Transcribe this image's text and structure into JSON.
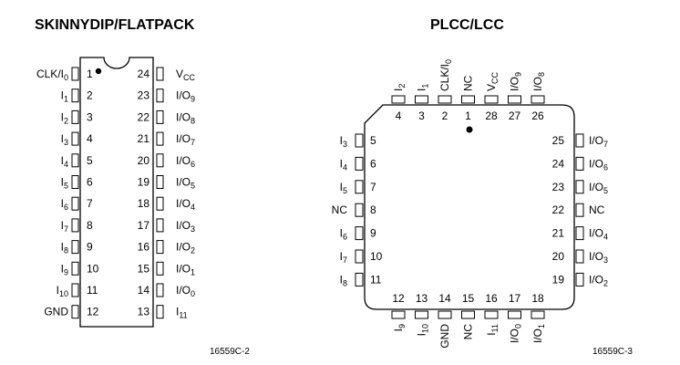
{
  "dip": {
    "title": "SKINNYDIP/FLATPACK",
    "figure_id": "16559C-2",
    "left_pins": [
      {
        "num": "1",
        "name": "CLK/I",
        "sub": "0"
      },
      {
        "num": "2",
        "name": "I",
        "sub": "1"
      },
      {
        "num": "3",
        "name": "I",
        "sub": "2"
      },
      {
        "num": "4",
        "name": "I",
        "sub": "3"
      },
      {
        "num": "5",
        "name": "I",
        "sub": "4"
      },
      {
        "num": "6",
        "name": "I",
        "sub": "5"
      },
      {
        "num": "7",
        "name": "I",
        "sub": "6"
      },
      {
        "num": "8",
        "name": "I",
        "sub": "7"
      },
      {
        "num": "9",
        "name": "I",
        "sub": "8"
      },
      {
        "num": "10",
        "name": "I",
        "sub": "9"
      },
      {
        "num": "11",
        "name": "I",
        "sub": "10"
      },
      {
        "num": "12",
        "name": "GND",
        "sub": ""
      }
    ],
    "right_pins": [
      {
        "num": "24",
        "name": "V",
        "sub": "CC"
      },
      {
        "num": "23",
        "name": "I/O",
        "sub": "9"
      },
      {
        "num": "22",
        "name": "I/O",
        "sub": "8"
      },
      {
        "num": "21",
        "name": "I/O",
        "sub": "7"
      },
      {
        "num": "20",
        "name": "I/O",
        "sub": "6"
      },
      {
        "num": "19",
        "name": "I/O",
        "sub": "5"
      },
      {
        "num": "18",
        "name": "I/O",
        "sub": "4"
      },
      {
        "num": "17",
        "name": "I/O",
        "sub": "3"
      },
      {
        "num": "16",
        "name": "I/O",
        "sub": "2"
      },
      {
        "num": "15",
        "name": "I/O",
        "sub": "1"
      },
      {
        "num": "14",
        "name": "I/O",
        "sub": "0"
      },
      {
        "num": "13",
        "name": "I",
        "sub": "11"
      }
    ]
  },
  "plcc": {
    "title": "PLCC/LCC",
    "figure_id": "16559C-3",
    "top_pins": [
      {
        "num": "4",
        "name": "I",
        "sub": "2"
      },
      {
        "num": "3",
        "name": "I",
        "sub": "1"
      },
      {
        "num": "2",
        "name": "CLK/I",
        "sub": "0"
      },
      {
        "num": "1",
        "name": "NC",
        "sub": ""
      },
      {
        "num": "28",
        "name": "V",
        "sub": "CC"
      },
      {
        "num": "27",
        "name": "I/O",
        "sub": "9"
      },
      {
        "num": "26",
        "name": "I/O",
        "sub": "8"
      }
    ],
    "left_pins": [
      {
        "num": "5",
        "name": "I",
        "sub": "3"
      },
      {
        "num": "6",
        "name": "I",
        "sub": "4"
      },
      {
        "num": "7",
        "name": "I",
        "sub": "5"
      },
      {
        "num": "8",
        "name": "NC",
        "sub": ""
      },
      {
        "num": "9",
        "name": "I",
        "sub": "6"
      },
      {
        "num": "10",
        "name": "I",
        "sub": "7"
      },
      {
        "num": "11",
        "name": "I",
        "sub": "8"
      }
    ],
    "right_pins": [
      {
        "num": "25",
        "name": "I/O",
        "sub": "7"
      },
      {
        "num": "24",
        "name": "I/O",
        "sub": "6"
      },
      {
        "num": "23",
        "name": "I/O",
        "sub": "5"
      },
      {
        "num": "22",
        "name": "NC",
        "sub": ""
      },
      {
        "num": "21",
        "name": "I/O",
        "sub": "4"
      },
      {
        "num": "20",
        "name": "I/O",
        "sub": "3"
      },
      {
        "num": "19",
        "name": "I/O",
        "sub": "2"
      }
    ],
    "bottom_pins": [
      {
        "num": "12",
        "name": "I",
        "sub": "9"
      },
      {
        "num": "13",
        "name": "I",
        "sub": "10"
      },
      {
        "num": "14",
        "name": "GND",
        "sub": ""
      },
      {
        "num": "15",
        "name": "NC",
        "sub": ""
      },
      {
        "num": "16",
        "name": "I",
        "sub": "11"
      },
      {
        "num": "17",
        "name": "I/O",
        "sub": "0"
      },
      {
        "num": "18",
        "name": "I/O",
        "sub": "1"
      }
    ]
  }
}
